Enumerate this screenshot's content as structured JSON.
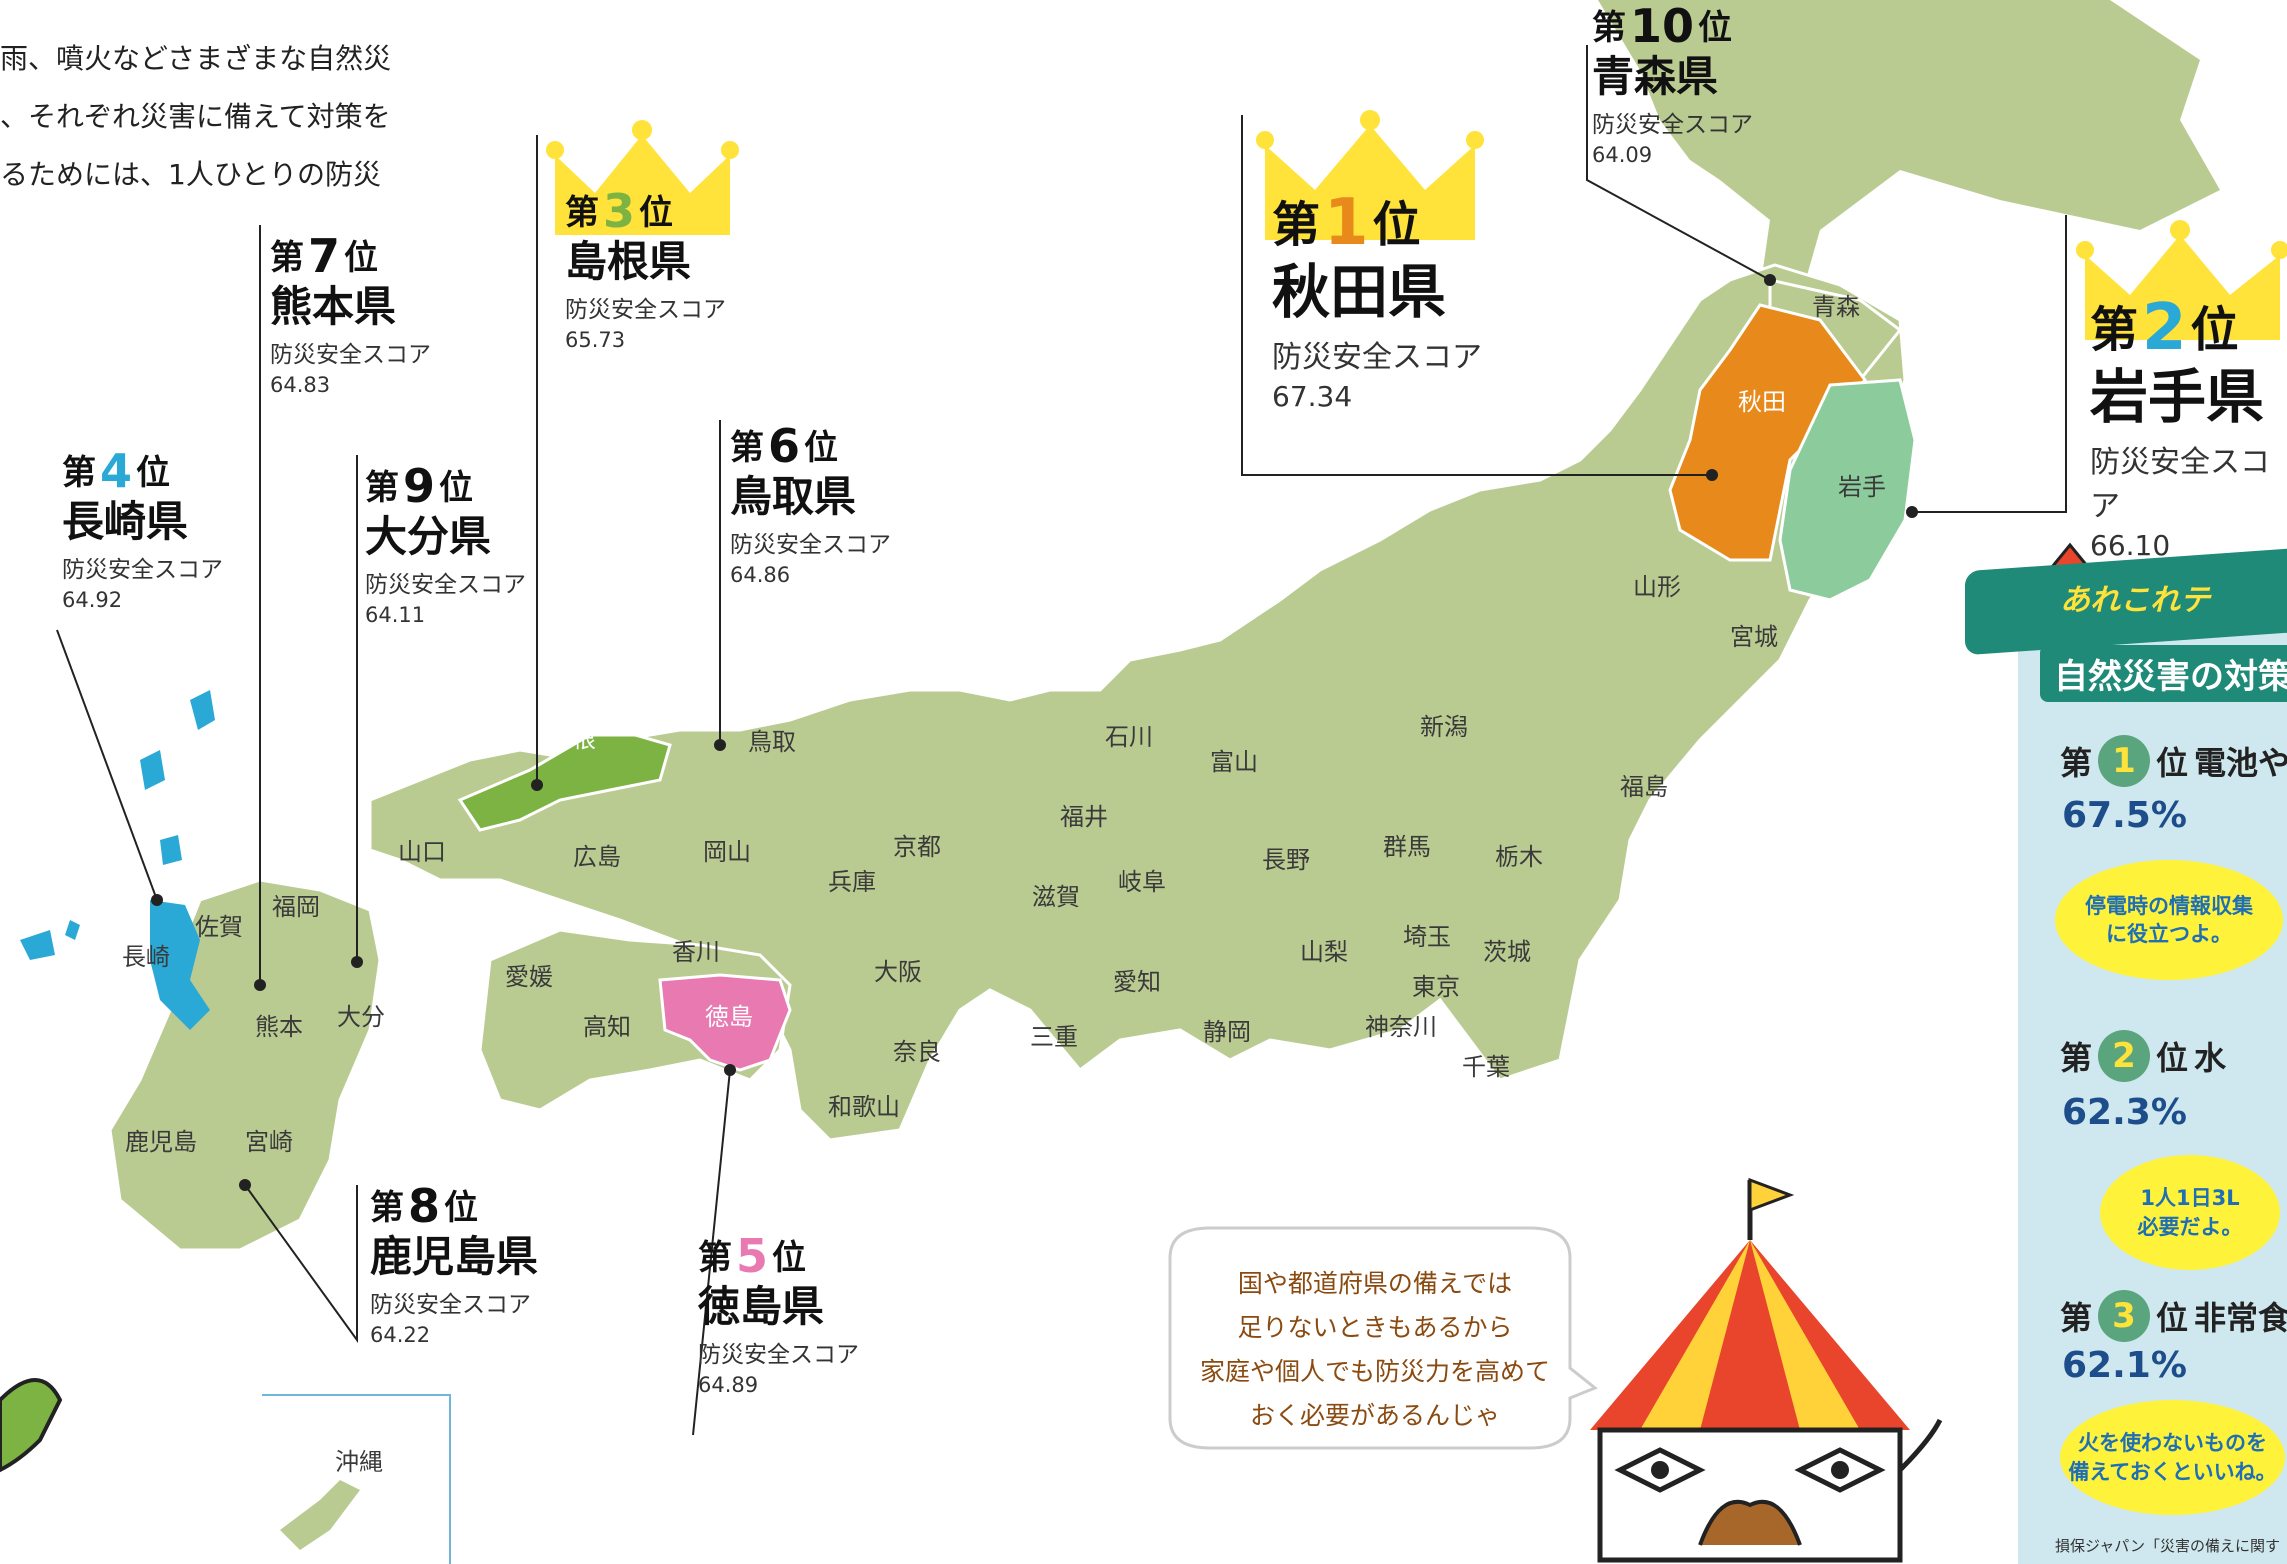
{
  "intro_lines": [
    "雨、噴火などさまざまな自然災",
    "、それぞれ災害に備えて対策を",
    "るためには、1人ひとりの防災"
  ],
  "rank_template": {
    "prefix": "第",
    "suffix": "位",
    "score_label": "防災安全スコア"
  },
  "colors": {
    "land": "#bacb92",
    "border": "#ffffff",
    "rank1": "#e8891c",
    "rank2": "#8ccb9c",
    "rank3": "#7cb342",
    "rank4": "#2aa8d6",
    "rank5": "#e87ab1",
    "other_highlight": "#bacb92",
    "sea": "#ffffff",
    "crown": "#ffe23a"
  },
  "rankings": [
    {
      "rank": "1",
      "prefecture": "秋田県",
      "score": "67.34",
      "crown": true,
      "num_color": "#e8891c"
    },
    {
      "rank": "2",
      "prefecture": "岩手県",
      "score": "66.10",
      "crown": true,
      "num_color": "#2aa8d6"
    },
    {
      "rank": "3",
      "prefecture": "島根県",
      "score": "65.73",
      "crown": true,
      "num_color": "#7cb342"
    },
    {
      "rank": "4",
      "prefecture": "長崎県",
      "score": "64.92",
      "crown": false,
      "num_color": "#2aa8d6"
    },
    {
      "rank": "5",
      "prefecture": "徳島県",
      "score": "64.89",
      "crown": false,
      "num_color": "#e87ab1"
    },
    {
      "rank": "6",
      "prefecture": "鳥取県",
      "score": "64.86",
      "crown": false,
      "num_color": "#111111"
    },
    {
      "rank": "7",
      "prefecture": "熊本県",
      "score": "64.83",
      "crown": false,
      "num_color": "#111111"
    },
    {
      "rank": "8",
      "prefecture": "鹿児島県",
      "score": "64.22",
      "crown": false,
      "num_color": "#111111"
    },
    {
      "rank": "9",
      "prefecture": "大分県",
      "score": "64.11",
      "crown": false,
      "num_color": "#111111"
    },
    {
      "rank": "10",
      "prefecture": "青森県",
      "score": "64.09",
      "crown": false,
      "num_color": "#111111"
    }
  ],
  "map_labels": [
    "青森",
    "秋田",
    "岩手",
    "山形",
    "宮城",
    "新潟",
    "福島",
    "石川",
    "富山",
    "福井",
    "長野",
    "群馬",
    "栃木",
    "茨城",
    "岐阜",
    "滋賀",
    "京都",
    "兵庫",
    "大阪",
    "奈良",
    "和歌山",
    "三重",
    "愛知",
    "静岡",
    "山梨",
    "埼玉",
    "東京",
    "神奈川",
    "千葉",
    "島根",
    "鳥取",
    "山口",
    "広島",
    "岡山",
    "香川",
    "愛媛",
    "高知",
    "徳島",
    "福岡",
    "佐賀",
    "長崎",
    "熊本",
    "大分",
    "宮崎",
    "鹿児島",
    "沖縄"
  ],
  "side_panel": {
    "title": "あれこれテ",
    "subtitle": "自然災害の対策",
    "items": [
      {
        "rank": "1",
        "label": "電池や",
        "percent": "67.5%",
        "note": "停電時の情報収集\nに役立つよ。"
      },
      {
        "rank": "2",
        "label": "水",
        "percent": "62.3%",
        "note": "1人1日3L\n必要だよ。"
      },
      {
        "rank": "3",
        "label": "非常食",
        "percent": "62.1%",
        "note": "火を使わないものを\n備えておくといいね。"
      }
    ],
    "source": "損保ジャパン「災害の備えに関す"
  },
  "speech": "国や都道府県の備えでは\n足りないときもあるから\n家庭や個人でも防災力を高めて\nおく必要があるんじゃ"
}
